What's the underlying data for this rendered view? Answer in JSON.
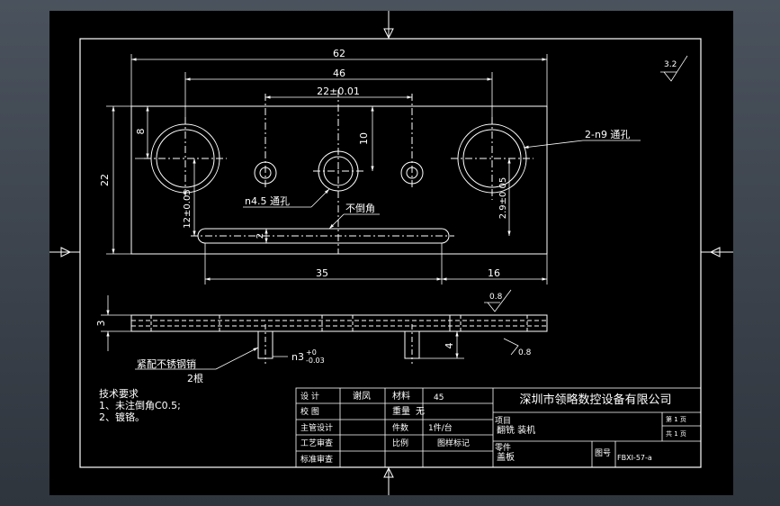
{
  "drawing": {
    "dims": {
      "overall_width": "62",
      "hole_spacing_outer": "46",
      "hole_spacing_inner": "22±0.01",
      "overall_height": "22",
      "top_offset": "8",
      "center_offset": "10",
      "slot_height_ref": "12±0.05",
      "slot_width": "2",
      "slot_right_ref": "2.9±0.05",
      "slot_length": "35",
      "right_offset": "16",
      "thickness": "3",
      "pin_length": "4"
    },
    "callouts": {
      "big_holes": "2-n9 通孔",
      "mid_hole": "n4.5 通孔",
      "no_chamfer": "不倒角",
      "pin_fit": "n3",
      "pin_tol_upper": "+0",
      "pin_tol_lower": "-0.03",
      "pin_note": "紧配不锈钢销",
      "pin_qty": "2根"
    },
    "surface_finish": {
      "general": "3.2",
      "top": "0.8",
      "side": "0.8"
    },
    "notes": {
      "title": "技术要求",
      "line1": "1、未注倒角C0.5;",
      "line2": "2、镀铬。"
    }
  },
  "title_block": {
    "company": "深圳市领略数控设备有限公司",
    "rows": {
      "design": "设  计",
      "designer": "谢凤",
      "material_label": "材料",
      "material": "45",
      "check": "校  图",
      "weight_label": "重量",
      "weight": "无",
      "lead_design": "主管设计",
      "part_no_label": "件数",
      "part_no_value": "1件/台",
      "process": "工艺审查",
      "scale_label": "比例",
      "sample_mark": "图样标记",
      "standard": "标准审查"
    },
    "project_label": "项目",
    "project": "翻铣  装机",
    "part_label": "零件",
    "part": "盖板",
    "sheet": "第 1 页",
    "total": "共 1 页",
    "drawing_no_label": "图号",
    "drawing_no": "FBXI-57-a"
  }
}
